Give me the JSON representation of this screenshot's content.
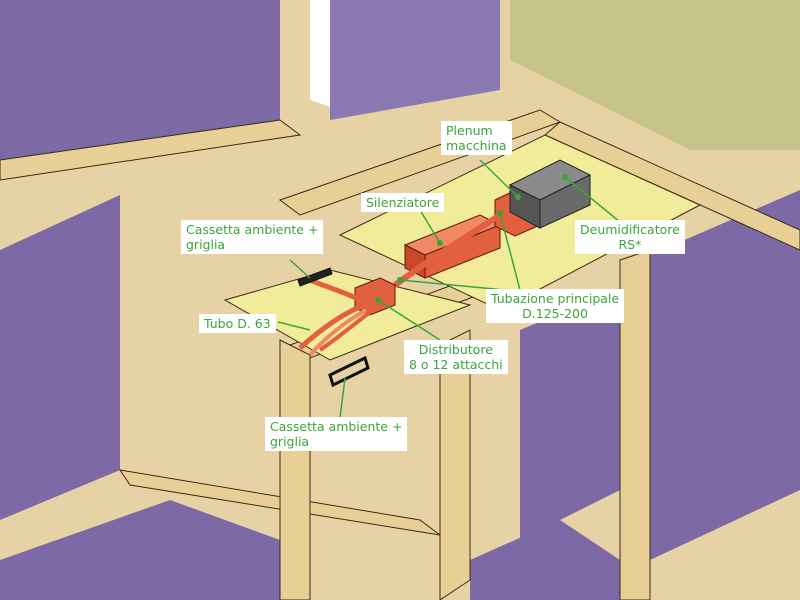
{
  "labels": {
    "plenum": [
      "Plenum",
      "macchina"
    ],
    "silenziatore": [
      "Silenziatore"
    ],
    "deumidificatore": [
      "Deumidificatore",
      "RS*"
    ],
    "cassetta_top": [
      "Cassetta ambiente +",
      "griglia"
    ],
    "tubazione": [
      "Tubazione principale",
      "D.125-200"
    ],
    "tubo": [
      "Tubo D. 63"
    ],
    "distributore": [
      "Distributore",
      "8 o 12 attacchi"
    ],
    "cassetta_bottom": [
      "Cassetta ambiente +",
      "griglia"
    ]
  },
  "colors": {
    "wall_top": "#e8cf96",
    "wall_purple": "#7d69a6",
    "floor": "#f0ec9a",
    "duct": "#e2603e",
    "machine": "#707070",
    "label_text": "#3aa63a",
    "leader": "#3aa63a"
  }
}
